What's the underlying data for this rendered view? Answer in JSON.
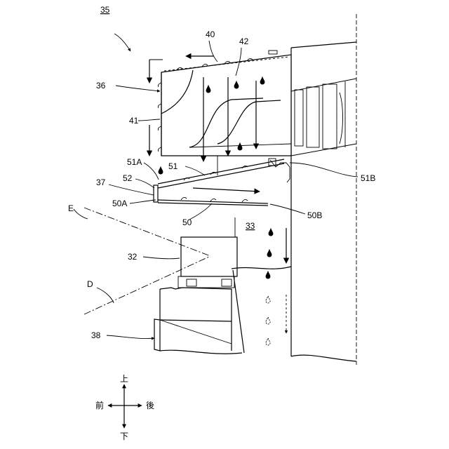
{
  "labels": {
    "l35": "35",
    "l40": "40",
    "l42": "42",
    "l36": "36",
    "l41": "41",
    "l51A": "51A",
    "l51": "51",
    "l51B": "51B",
    "l52": "52",
    "l37": "37",
    "l50A": "50A",
    "lE": "E",
    "l50": "50",
    "l50B": "50B",
    "l33": "33",
    "l32": "32",
    "lD": "D",
    "l38": "38"
  },
  "directions": {
    "up": "上",
    "down": "下",
    "front": "前",
    "rear": "後"
  }
}
